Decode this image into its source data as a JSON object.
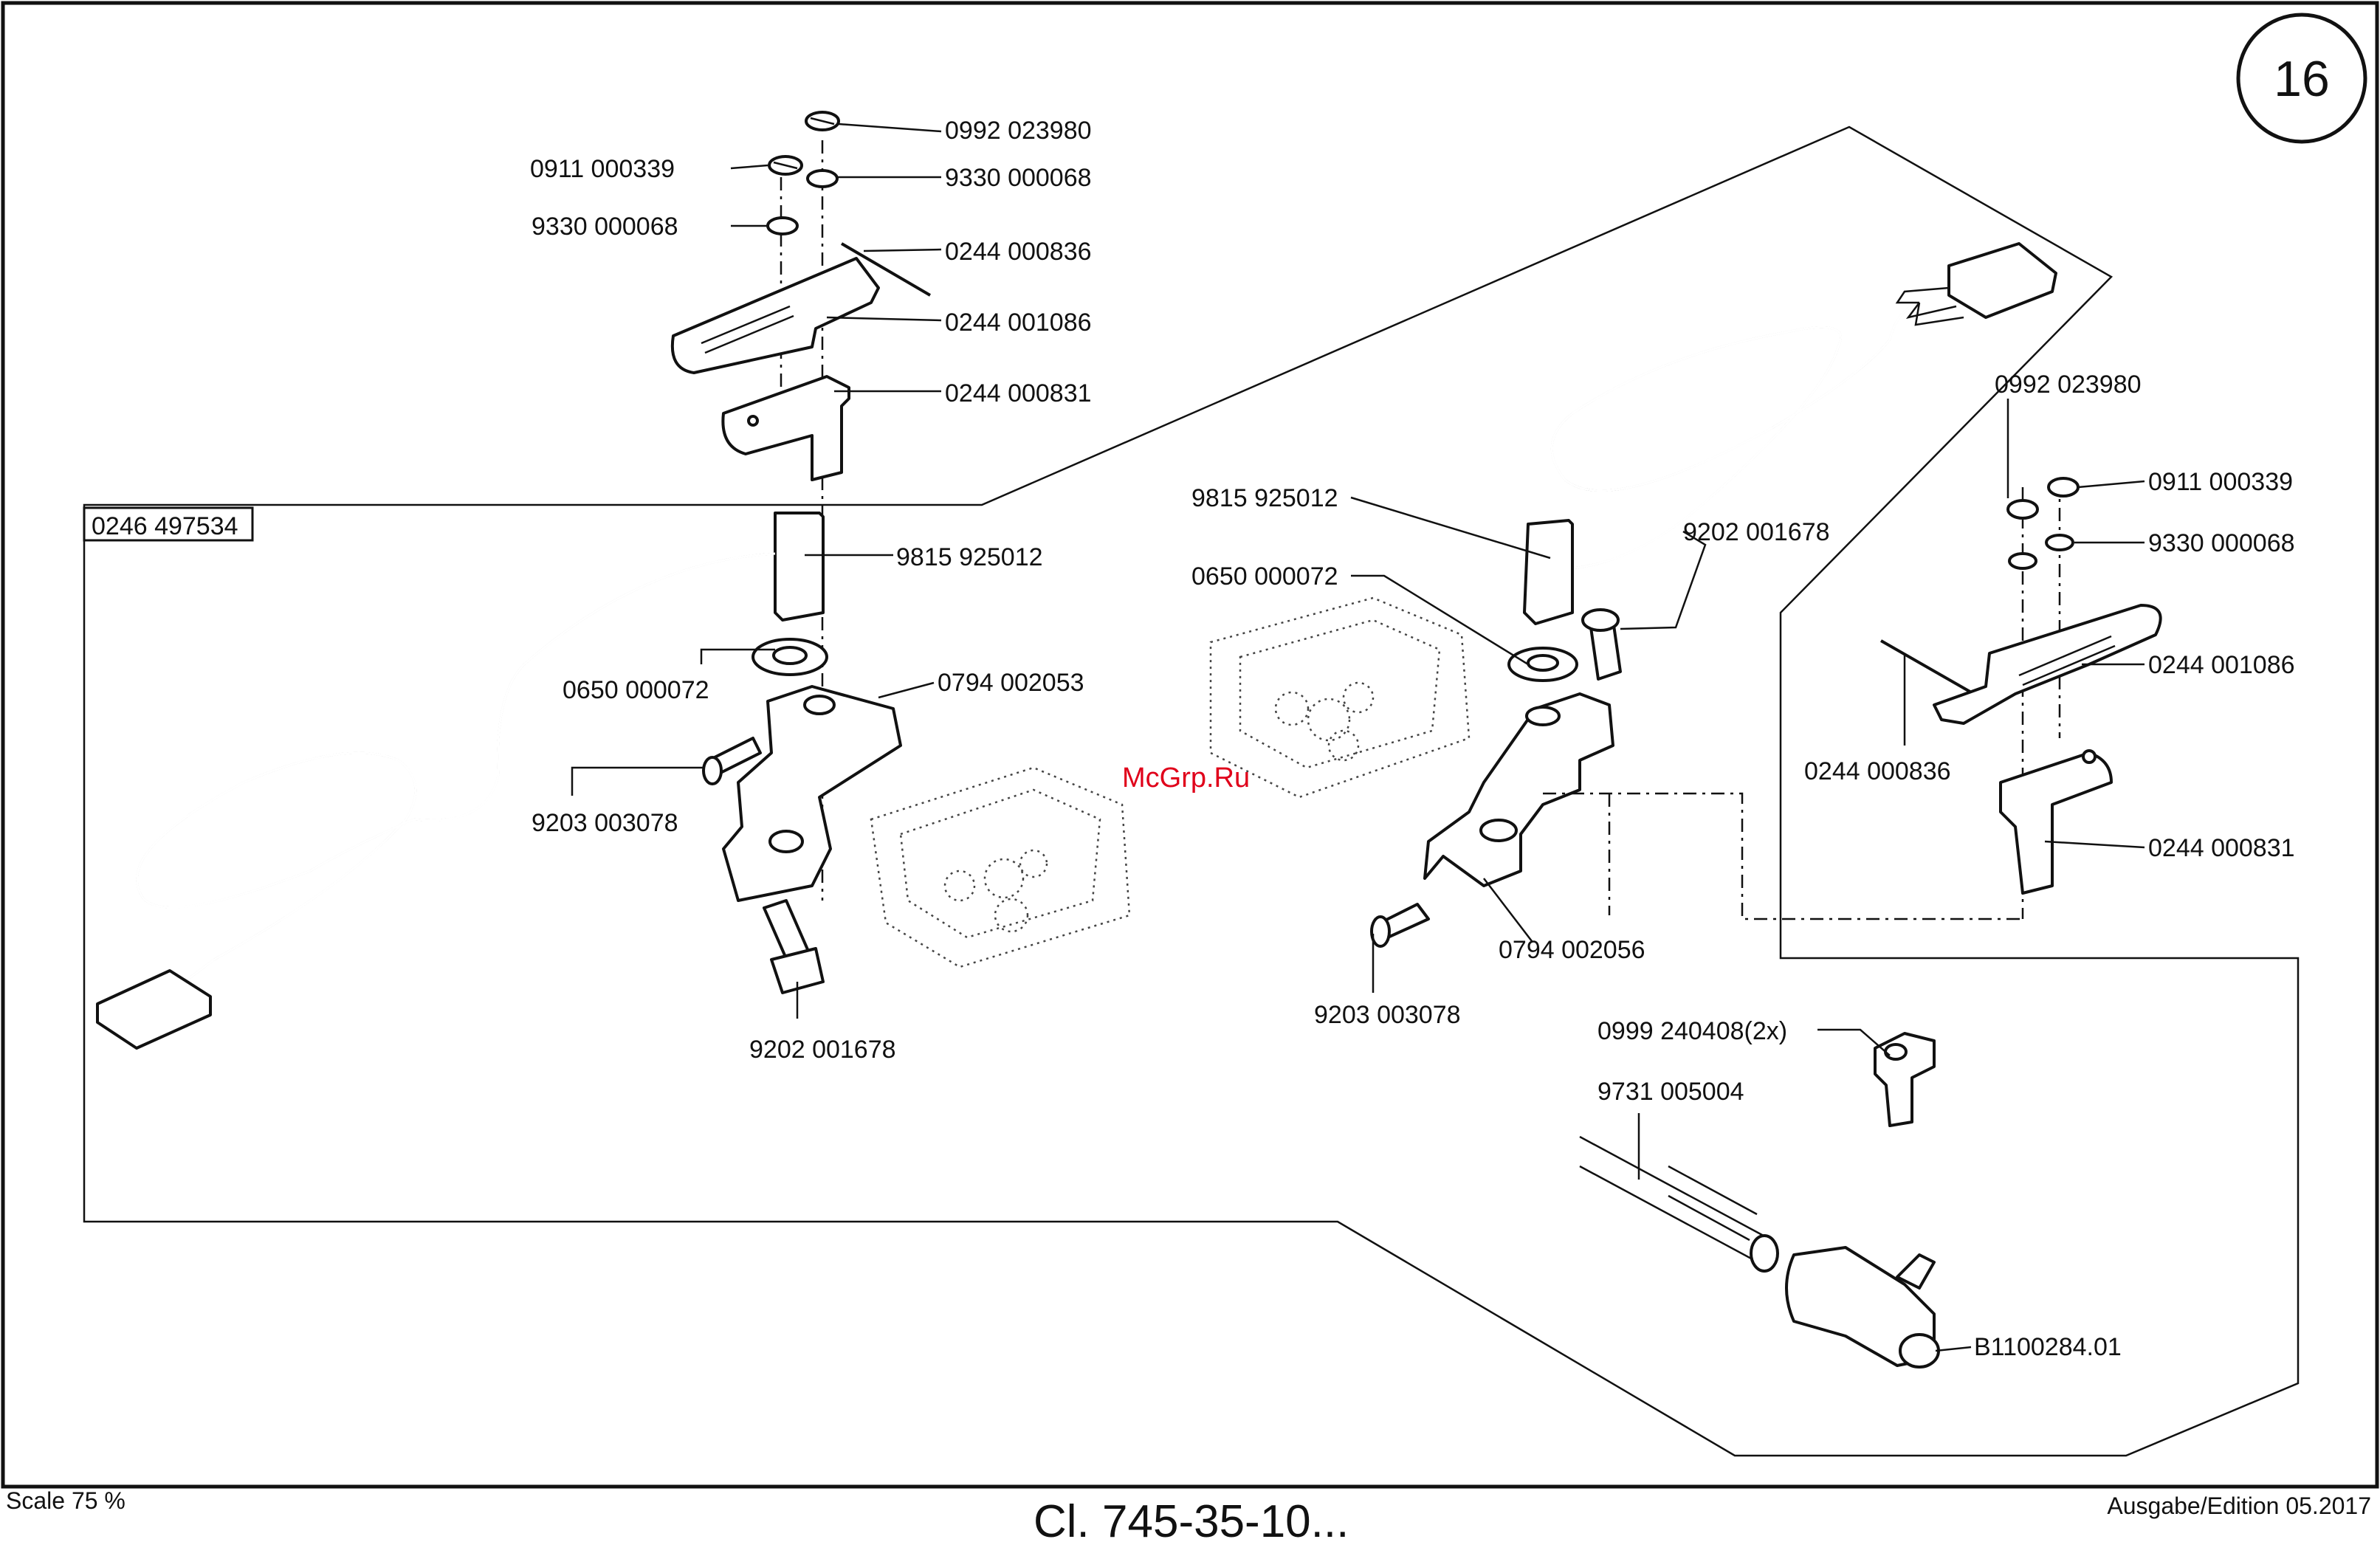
{
  "page_number": "16",
  "footer": {
    "scale": "Scale 75 %",
    "model": "Cl. 745-35-10...",
    "edition": "Ausgabe/Edition 05.2017"
  },
  "kit_label": "0246 497534",
  "watermark": "McGrp.Ru",
  "part_labels": {
    "a_screw_top": "0992 023980",
    "a_washer_top": "9330 000068",
    "a_screw_left": "0911 000339",
    "a_washer_left": "9330 000068",
    "a_pin": "0244 000836",
    "a_plate": "0244 001086",
    "a_bracket": "0244 000831",
    "a_sensor": "9815 925012",
    "a_ring": "0650 000072",
    "a_holder": "0794 002053",
    "a_screw_side": "9203 003078",
    "a_screw_bottom": "9202 001678",
    "b_sensor": "9815 925012",
    "b_ring": "0650 000072",
    "b_screw_top": "9202 001678",
    "b_holder": "0794 002056",
    "b_screw_side": "9203 003078",
    "c_screw_top": "0992 023980",
    "c_screw": "0911 000339",
    "c_washer": "9330 000068",
    "c_plate": "0244 001086",
    "c_pin": "0244 000836",
    "c_bracket": "0244 000831",
    "d_fitting": "0999 240408(2x)",
    "d_hose": "9731 005004",
    "d_valve": "B1100284.01"
  }
}
